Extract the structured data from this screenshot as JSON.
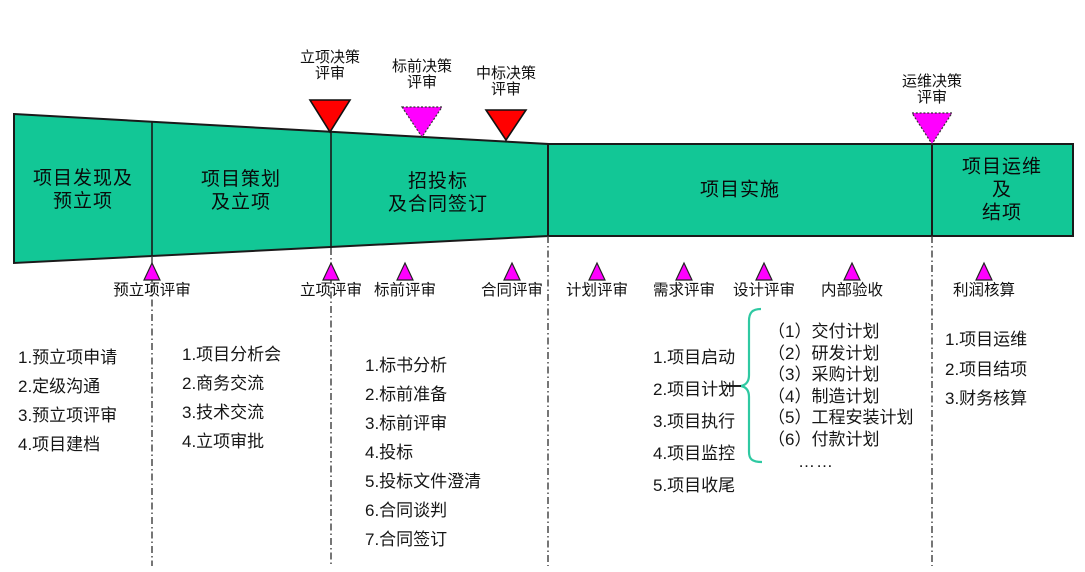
{
  "colors": {
    "band_green": "#12c796",
    "marker_red": "#ff0000",
    "marker_magenta": "#ff00ff",
    "brace_teal": "#2fc9a2",
    "line_dark": "#1a1a1a"
  },
  "decision_reviews": [
    {
      "label": "立项决策\n评审",
      "marker_color": "red"
    },
    {
      "label": "标前决策\n评审",
      "marker_color": "magenta"
    },
    {
      "label": "中标决策\n评审",
      "marker_color": "red"
    },
    {
      "label": "运维决策\n评审",
      "marker_color": "magenta"
    }
  ],
  "phases": [
    {
      "label": "项目发现及\n预立项",
      "items": [
        "1.预立项申请",
        "2.定级沟通",
        "3.预立项评审",
        "4.项目建档"
      ]
    },
    {
      "label": "项目策划\n及立项",
      "items": [
        "1.项目分析会",
        "2.商务交流",
        "3.技术交流",
        "4.立项审批"
      ]
    },
    {
      "label": "招投标\n及合同签订",
      "items": [
        "1.标书分析",
        "2.标前准备",
        "3.标前评审",
        "4.投标",
        "5.投标文件澄清",
        "6.合同谈判",
        "7.合同签订"
      ]
    },
    {
      "label": "项目实施",
      "items": [
        "1.项目启动",
        "2.项目计划",
        "3.项目执行",
        "4.项目监控",
        "5.项目收尾"
      ]
    },
    {
      "label": "项目运维及\n结项",
      "items": [
        "1.项目运维",
        "2.项目结项",
        "3.财务核算"
      ]
    }
  ],
  "stage_reviews": [
    "预立项评审",
    "立项评审",
    "标前评审",
    "合同评审",
    "计划评审",
    "需求评审",
    "设计评审",
    "内部验收",
    "利润核算"
  ],
  "plan_details": {
    "attached_to": "2.项目计划",
    "items": [
      "（1）交付计划",
      "（2）研发计划",
      "（3）采购计划",
      "（4）制造计划",
      "（5）工程安装计划",
      "（6）付款计划",
      "……"
    ]
  }
}
